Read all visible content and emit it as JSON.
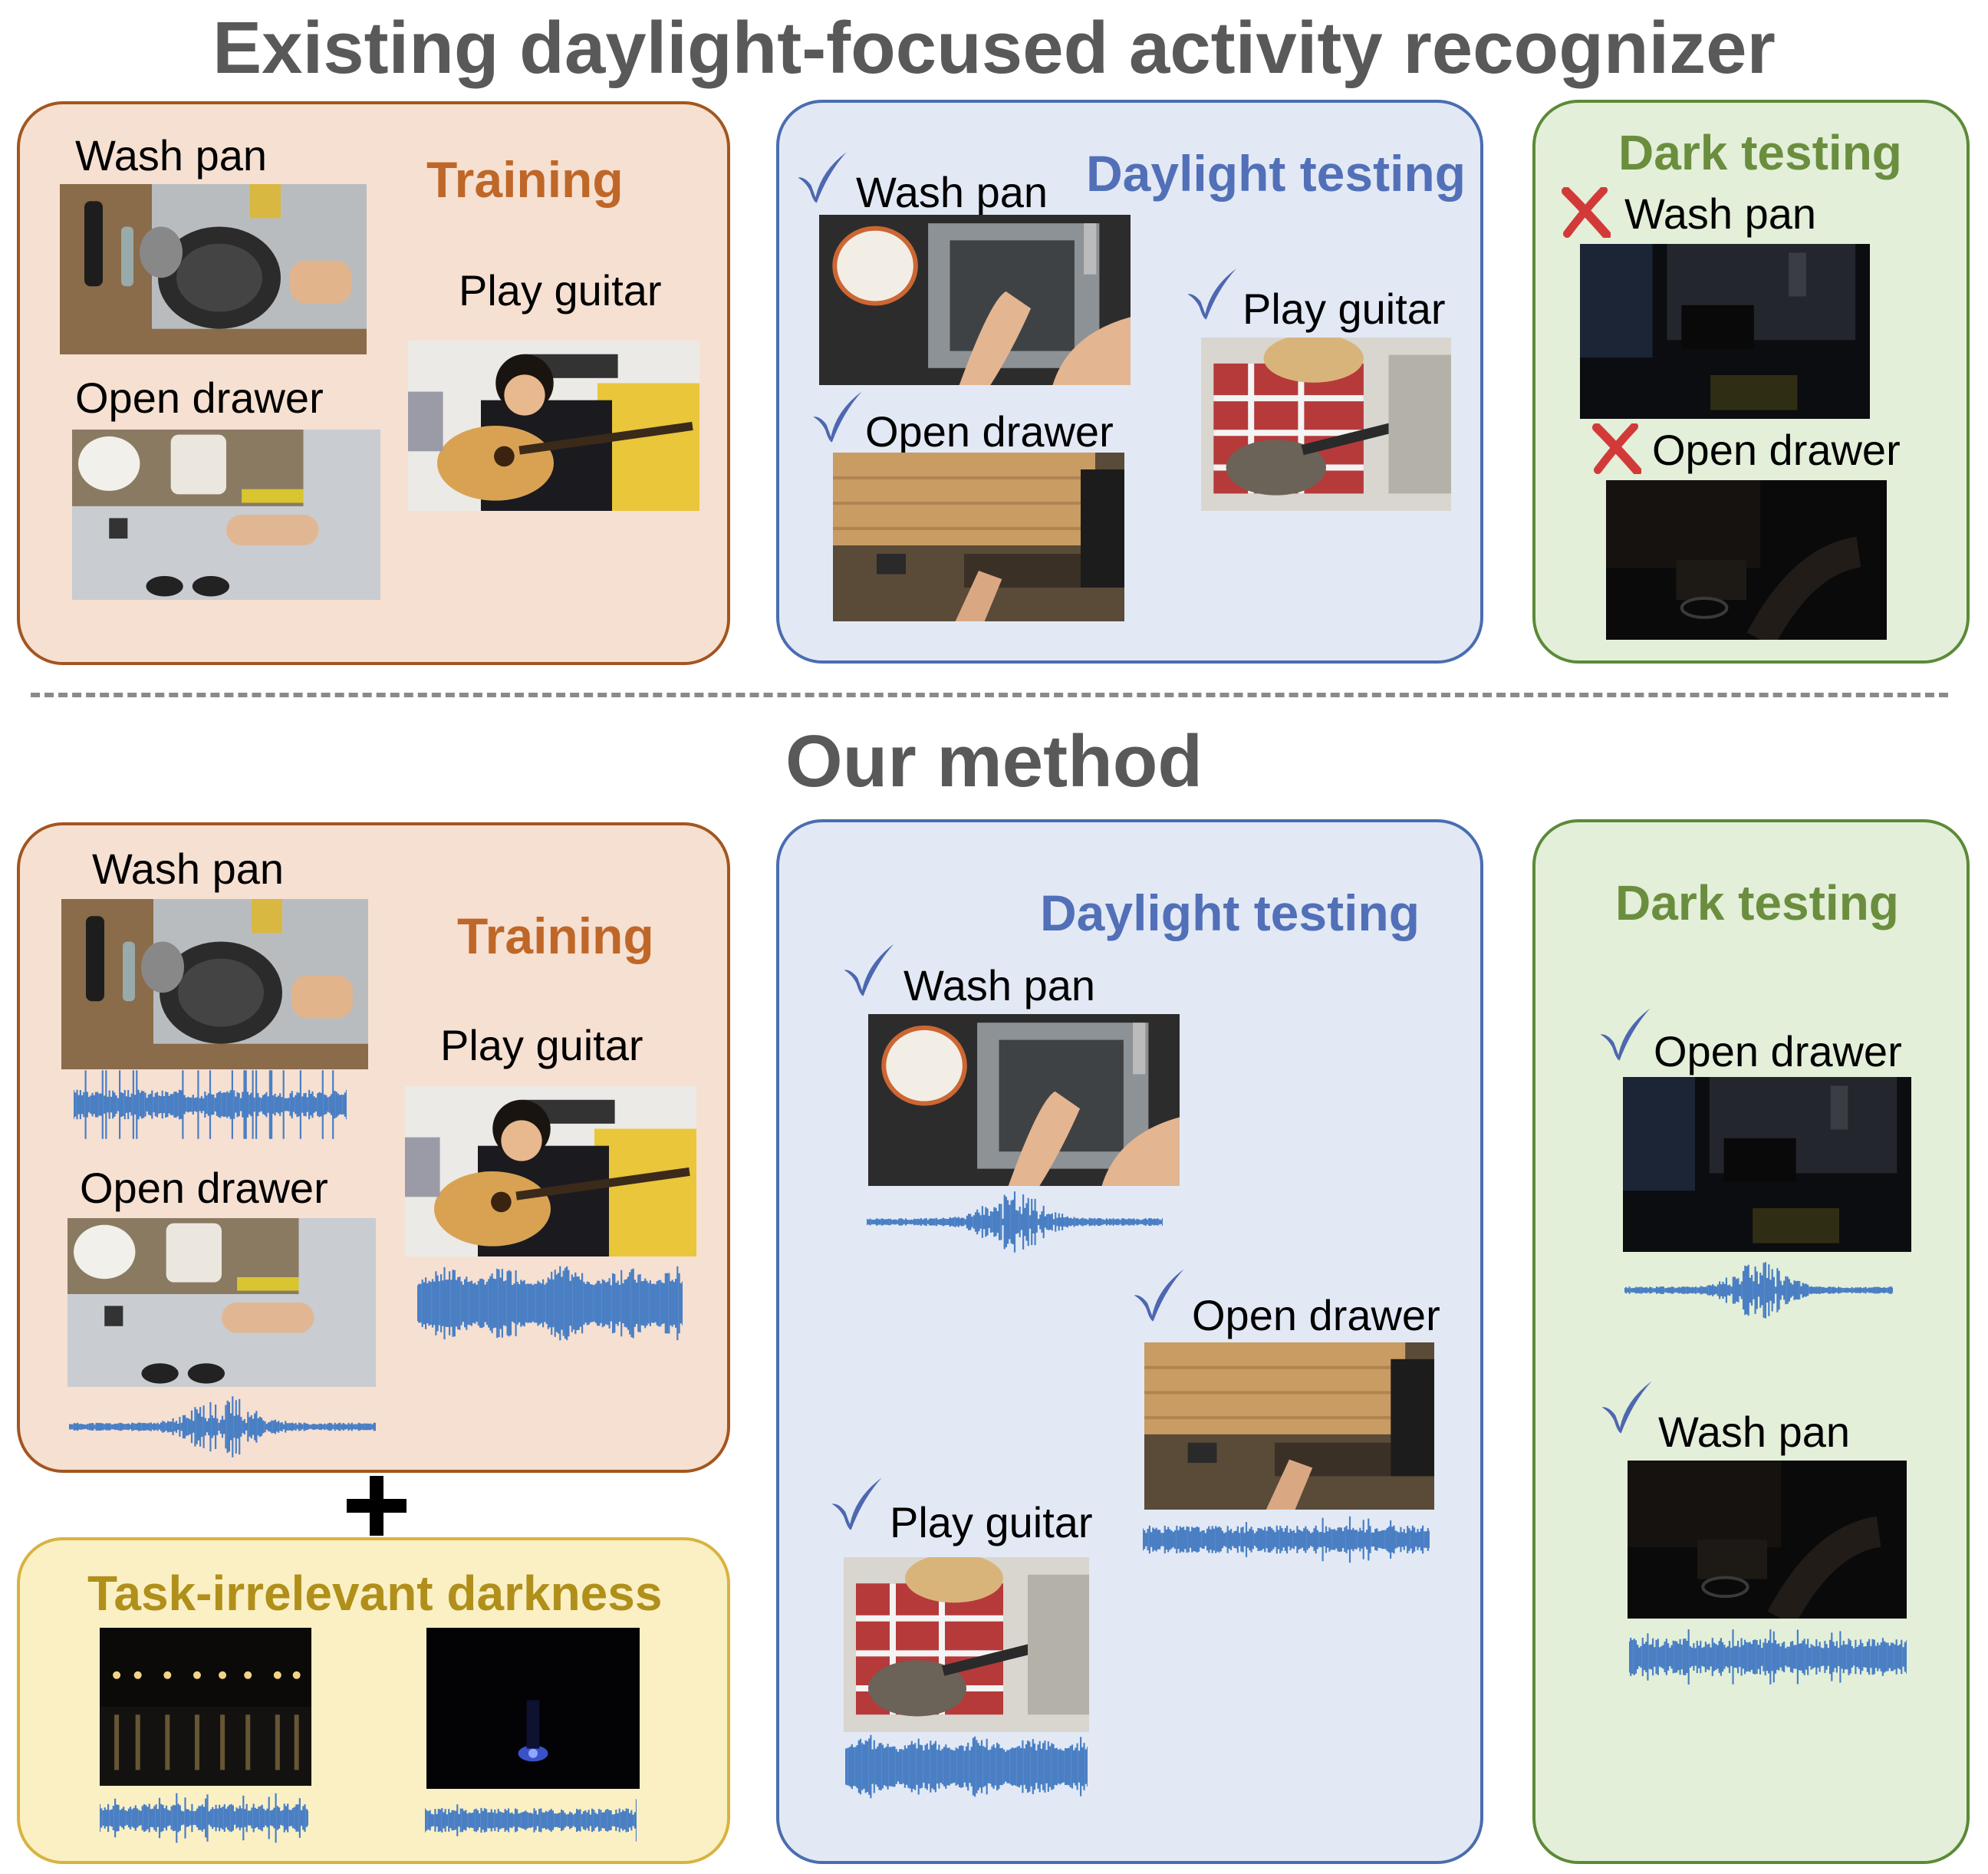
{
  "headings": {
    "existing": "Existing daylight-focused activity recognizer",
    "ours": "Our method"
  },
  "panel_titles": {
    "training": "Training",
    "daylight_testing": "Daylight testing",
    "dark_testing": "Dark testing",
    "task_irrelevant_darkness": "Task-irrelevant darkness"
  },
  "labels": {
    "wash_pan": "Wash pan",
    "play_guitar": "Play guitar",
    "open_drawer": "Open drawer"
  },
  "icons": {
    "correct": "check-icon",
    "wrong": "cross-icon",
    "combine": "plus-icon",
    "audio": "waveform"
  },
  "colors": {
    "heading": "#595959",
    "training": "#bf6728",
    "daylight": "#5270b8",
    "dark": "#6a8e3e",
    "darkness": "#b08f1a",
    "check": "#4d67b0",
    "cross": "#d23a3a",
    "waveform": "#4a7fc4"
  }
}
